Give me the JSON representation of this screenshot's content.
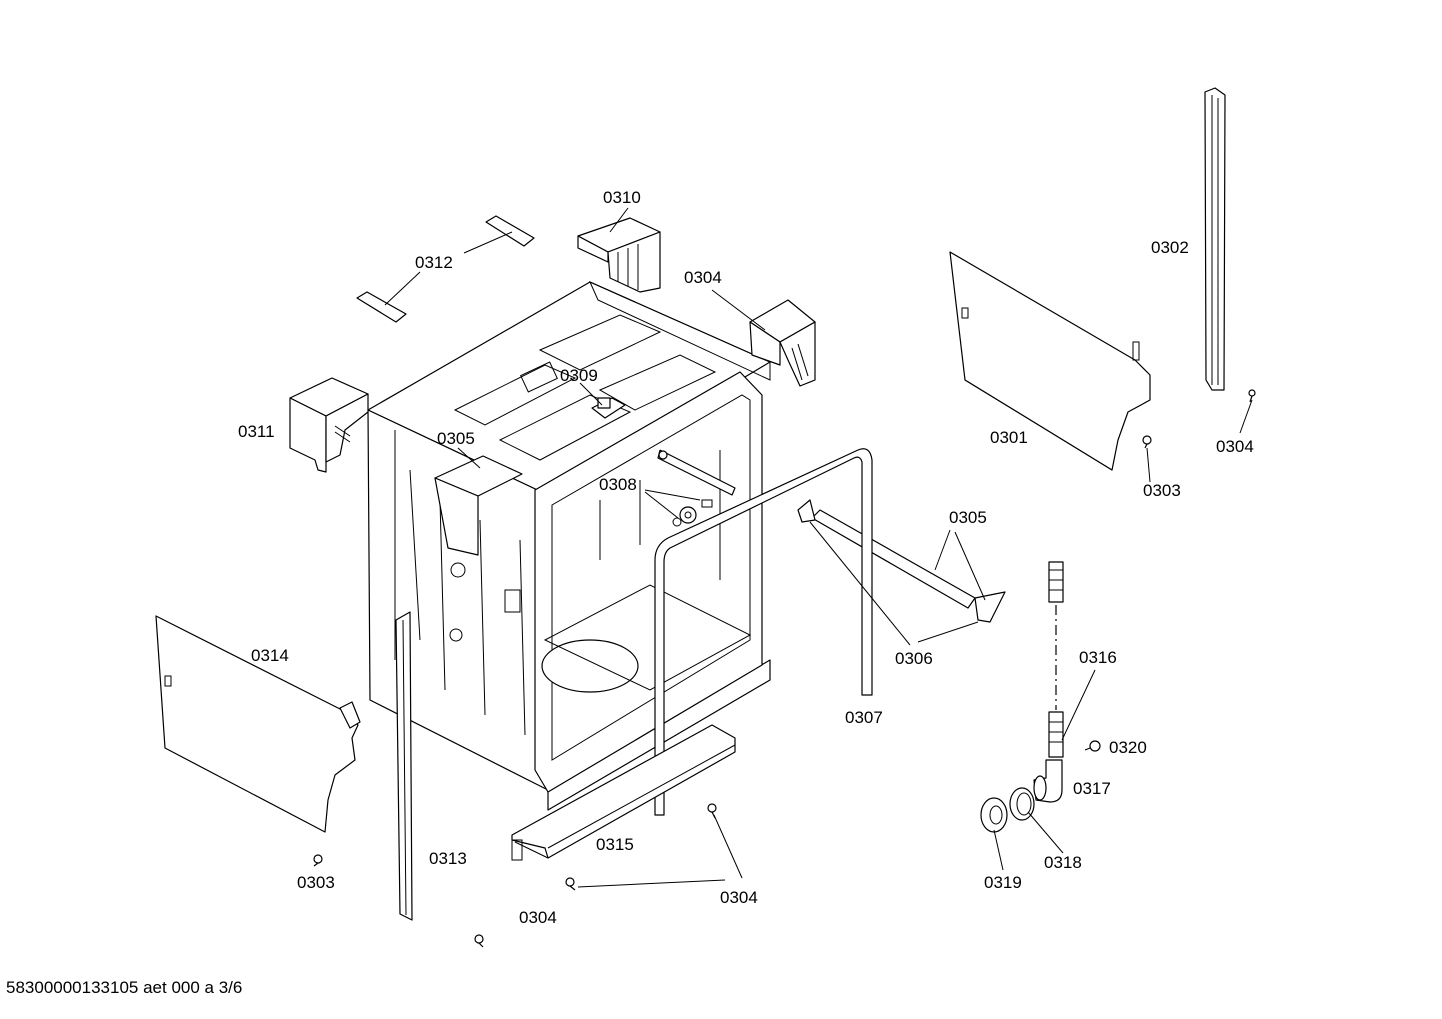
{
  "labels": {
    "l0301": "0301",
    "l0302": "0302",
    "l0303a": "0303",
    "l0303b": "0303",
    "l0304a": "0304",
    "l0304b": "0304",
    "l0304c": "0304",
    "l0304d": "0304",
    "l0305a": "0305",
    "l0305b": "0305",
    "l0306": "0306",
    "l0307": "0307",
    "l0308": "0308",
    "l0309": "0309",
    "l0310": "0310",
    "l0311": "0311",
    "l0312": "0312",
    "l0313": "0313",
    "l0314": "0314",
    "l0315": "0315",
    "l0316": "0316",
    "l0317": "0317",
    "l0318": "0318",
    "l0319": "0319",
    "l0320": "0320"
  },
  "footer": "58300000133105 aet 000 a 3/6"
}
